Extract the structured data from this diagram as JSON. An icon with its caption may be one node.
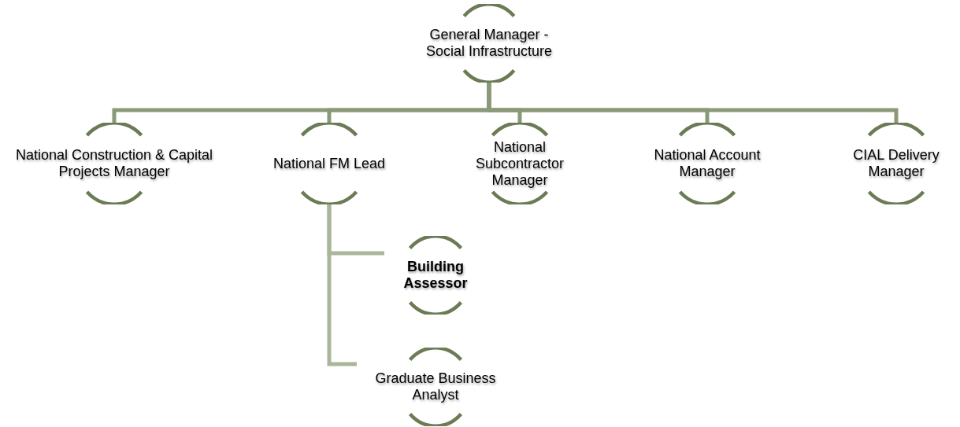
{
  "diagram": {
    "nodes": [
      {
        "text": [
          "General Manager - Social Infrastructure"
        ]
      },
      {
        "text": [
          "National Construction & Capital Projects Manager"
        ]
      },
      {
        "text": [
          "National FM Lead"
        ]
      },
      {
        "text": [
          "National Subcontractor Manager"
        ]
      },
      {
        "text": [
          "National Account Manager"
        ]
      },
      {
        "text": [
          "CIAL Delivery Manager"
        ]
      },
      {
        "text": [
          "Building Assessor"
        ]
      },
      {
        "text": [
          "Graduate Business Analyst"
        ]
      }
    ],
    "edges": [
      {
        "from": 0,
        "to": 1,
        "arrow": "none"
      },
      {
        "from": 0,
        "to": 2,
        "arrow": "none"
      },
      {
        "from": 0,
        "to": 3,
        "arrow": "none"
      },
      {
        "from": 0,
        "to": 4,
        "arrow": "none"
      },
      {
        "from": 0,
        "to": 5,
        "arrow": "none"
      },
      {
        "from": 2,
        "to": 6,
        "arrow": "none",
        "color": "#a9b69a"
      },
      {
        "from": 2,
        "to": 7,
        "arrow": "none",
        "color": "#a9b69a"
      }
    ]
  }
}
